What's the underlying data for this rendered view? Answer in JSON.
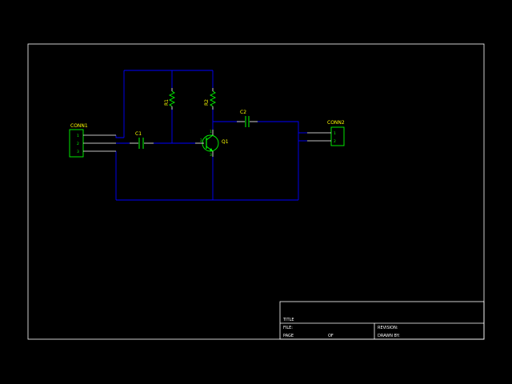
{
  "colors": {
    "background": "#000000",
    "border": "#ffffff",
    "wire": "#0000ff",
    "component": "#00ff00",
    "refdes": "#ffff00",
    "lead": "#ffffff"
  },
  "title_block": {
    "title_label": "TITLE",
    "file_label": "FILE:",
    "revision_label": "REVISION:",
    "page_label": "PAGE",
    "of_label": "OF",
    "drawn_by_label": "DRAWN BY:"
  },
  "components": {
    "conn1": {
      "ref": "CONN1",
      "pins": [
        "1",
        "2",
        "3"
      ]
    },
    "conn2": {
      "ref": "CONN2",
      "pins": [
        "1",
        "2"
      ]
    },
    "r1": {
      "ref": "R1"
    },
    "r2": {
      "ref": "R2"
    },
    "c1": {
      "ref": "C1"
    },
    "c2": {
      "ref": "C2"
    },
    "q1": {
      "ref": "Q1",
      "pins": [
        "1",
        "2",
        "3"
      ]
    }
  }
}
